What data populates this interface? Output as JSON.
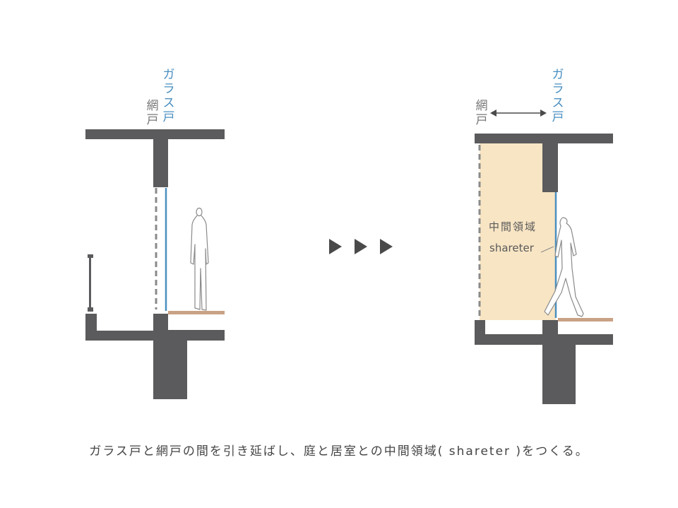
{
  "left_section": {
    "glass_door_label": "ガラス戸",
    "screen_door_label": "網戸"
  },
  "right_section": {
    "glass_door_label": "ガラス戸",
    "screen_door_label": "網戸",
    "zone_label_jp": "中間領域",
    "zone_label_en": "shareter"
  },
  "caption": "ガラス戸と網戸の間を引き延ばし、庭と居室との中間領域( shareter )をつくる。",
  "colors": {
    "wall": "#5b5b5d",
    "glass": "#4a8fc0",
    "floor": "#c9a184",
    "zone_fill": "#f8e5c4",
    "arrow": "#4a4a4a"
  },
  "icons": [
    "arrow-right-icon",
    "double-arrow-icon",
    "person-icon"
  ]
}
